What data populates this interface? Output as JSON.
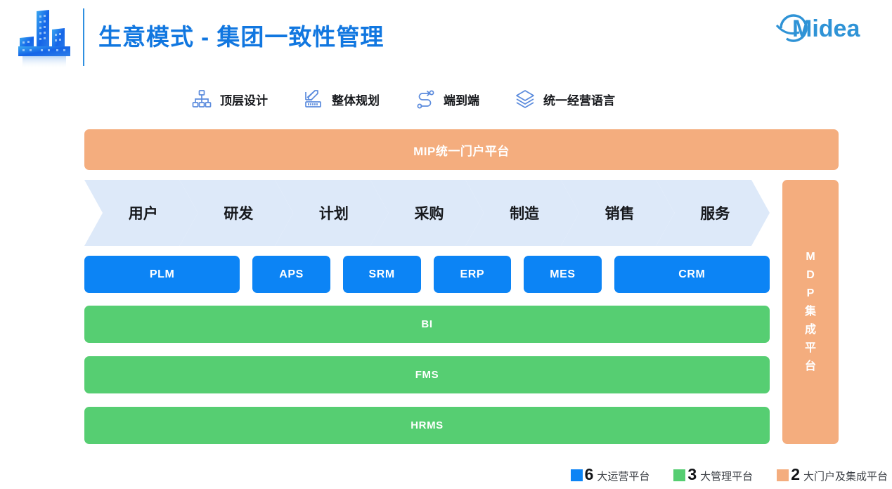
{
  "header": {
    "logo_icon": "city-skyline-icon",
    "title": "生意模式 - 集团一致性管理",
    "brand_name": "Midea",
    "brand_icon": "midea-swoosh-icon",
    "title_color": "#1177e0",
    "brand_color": "#2f93d6"
  },
  "features": [
    {
      "icon": "org-chart-icon",
      "label": "顶层设计"
    },
    {
      "icon": "ruler-pencil-icon",
      "label": "整体规划"
    },
    {
      "icon": "end-to-end-path-icon",
      "label": "端到端"
    },
    {
      "icon": "layers-stack-icon",
      "label": "统一经营语言"
    }
  ],
  "diagram": {
    "portal_bar": {
      "label": "MIP统一门户平台",
      "color": "#f4ad7e"
    },
    "value_chain": {
      "color": "#dde9f9",
      "stages": [
        "用户",
        "研发",
        "计划",
        "采购",
        "制造",
        "销售",
        "服务"
      ]
    },
    "applications": {
      "color": "#0c84f5",
      "items": [
        {
          "label": "PLM",
          "span": 2
        },
        {
          "label": "APS",
          "span": 1
        },
        {
          "label": "SRM",
          "span": 1
        },
        {
          "label": "ERP",
          "span": 1
        },
        {
          "label": "MES",
          "span": 1
        },
        {
          "label": "CRM",
          "span": 2
        }
      ]
    },
    "management_platforms": {
      "color": "#56ce72",
      "items": [
        "BI",
        "FMS",
        "HRMS"
      ]
    },
    "integration_column": {
      "color": "#f4ad7e",
      "label": "MDP集成平台",
      "chars": [
        "M",
        "D",
        "P",
        "集",
        "成",
        "平",
        "台"
      ]
    }
  },
  "legend": [
    {
      "swatch_color": "#0c84f5",
      "count": "6",
      "text": "大运营平台"
    },
    {
      "swatch_color": "#56ce72",
      "count": "3",
      "text": "大管理平台"
    },
    {
      "swatch_color": "#f4ad7e",
      "count": "2",
      "text": "大门户及集成平台"
    }
  ]
}
